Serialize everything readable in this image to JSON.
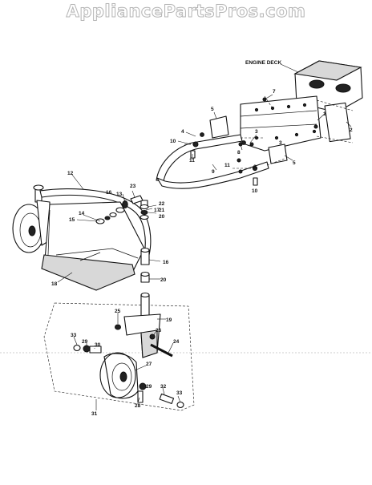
{
  "watermark": "AppliancePartsPros.com",
  "deck_label": "ENGINE DECK",
  "callouts": [
    "1",
    "2",
    "3",
    "4",
    "5",
    "6",
    "7",
    "8",
    "9",
    "10",
    "11",
    "12",
    "13",
    "14",
    "15",
    "16",
    "17",
    "18",
    "19",
    "20",
    "21",
    "22",
    "23",
    "24",
    "25",
    "26",
    "27",
    "28",
    "29",
    "30",
    "31",
    "32",
    "33"
  ]
}
